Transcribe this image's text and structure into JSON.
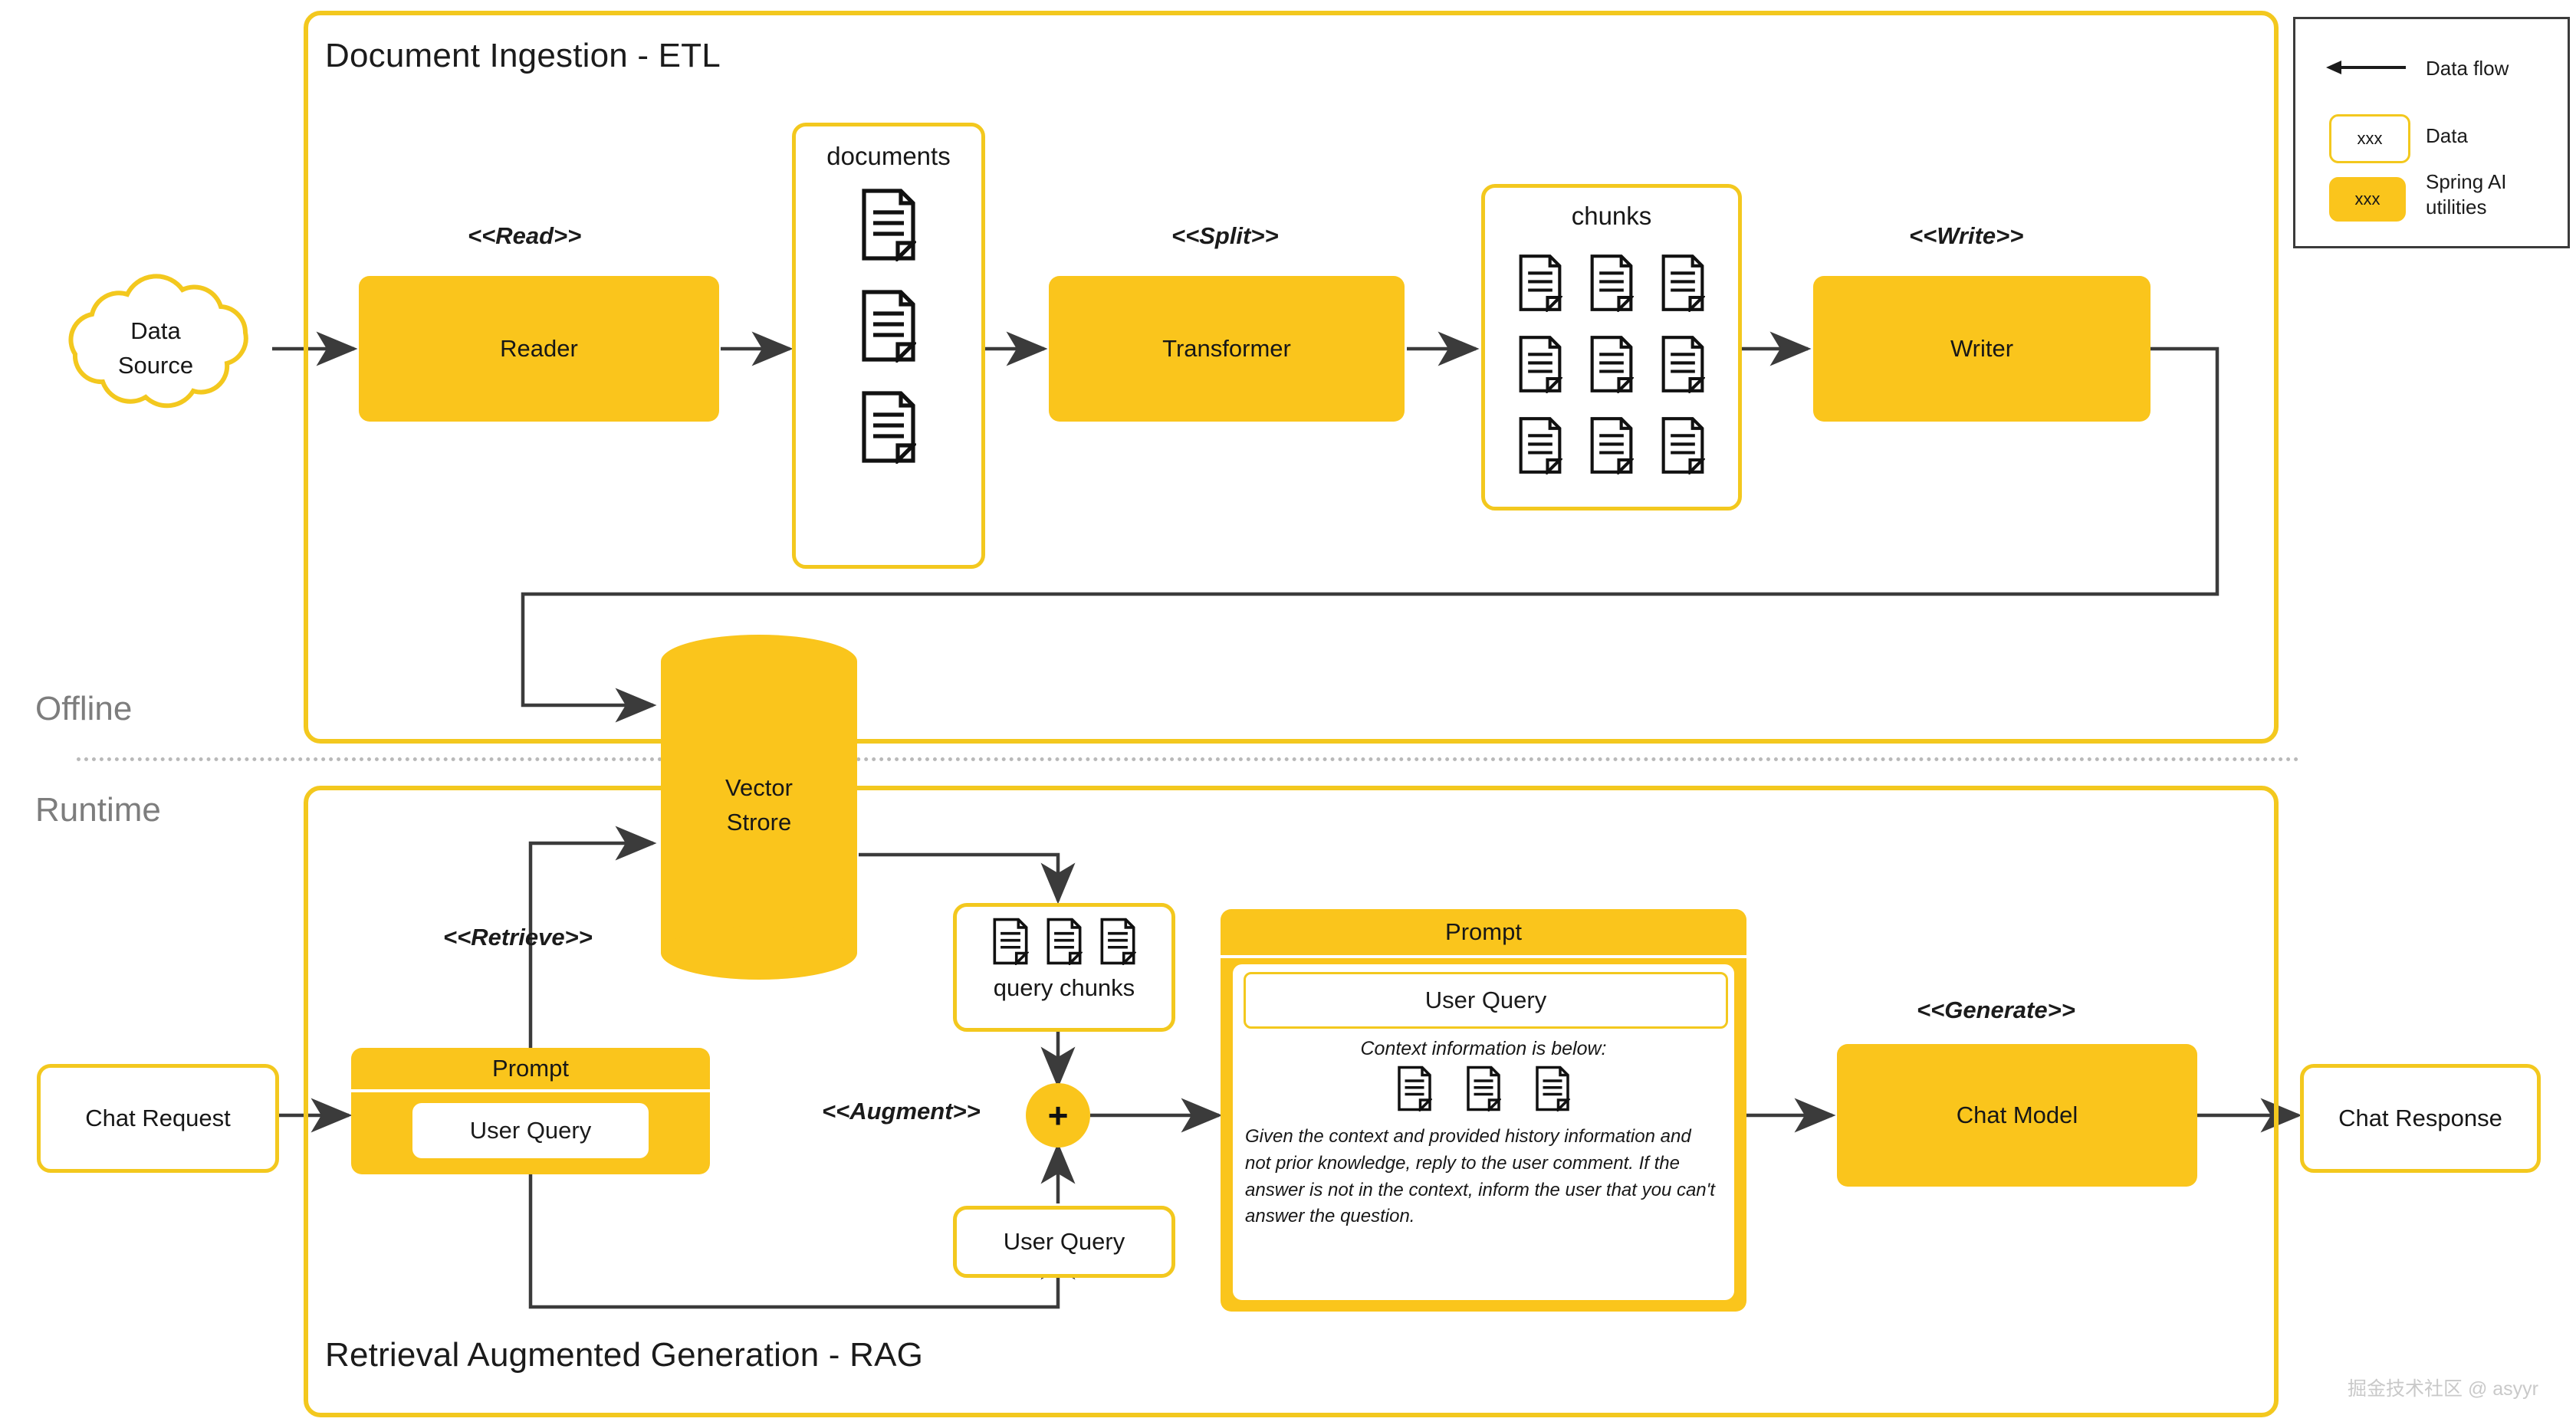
{
  "diagram": {
    "sections": {
      "etl": {
        "title": "Document Ingestion - ETL"
      },
      "rag": {
        "title": "Retrieval Augmented Generation - RAG"
      }
    },
    "phases": {
      "offline": "Offline",
      "runtime": "Runtime"
    },
    "etl": {
      "data_source": "Data\nSource",
      "data_source_line1": "Data",
      "data_source_line2": "Source",
      "read_stereotype": "<<Read>>",
      "reader": "Reader",
      "documents_label": "documents",
      "split_stereotype": "<<Split>>",
      "transformer": "Transformer",
      "chunks_label": "chunks",
      "write_stereotype": "<<Write>>",
      "writer": "Writer",
      "document_icon_count": 3,
      "chunk_icon_count": 9
    },
    "vector_store": {
      "line1": "Vector",
      "line2": "Strore"
    },
    "rag": {
      "chat_request": "Chat Request",
      "retrieve_stereotype": "<<Retrieve>>",
      "prompt_left_title": "Prompt",
      "prompt_left_user_query": "User Query",
      "query_chunks_label": "query chunks",
      "query_chunk_icon_count": 3,
      "augment_stereotype": "<<Augment>>",
      "plus_symbol": "+",
      "user_query_box": "User Query",
      "prompt_right_title": "Prompt",
      "prompt_right_user_query": "User Query",
      "context_title": "Context information is below:",
      "context_icon_count": 3,
      "context_body": "Given the context and provided history information and not prior knowledge, reply to the user comment. If the answer is not in the context, inform the user that you can't answer the question.",
      "generate_stereotype": "<<Generate>>",
      "chat_model": "Chat Model",
      "chat_response": "Chat Response"
    },
    "legend": {
      "items": [
        {
          "kind": "arrow",
          "chip": "",
          "label": "Data flow"
        },
        {
          "kind": "outlined",
          "chip": "xxx",
          "label": "Data"
        },
        {
          "kind": "filled",
          "chip": "xxx",
          "label": "Spring AI\nutilities"
        }
      ],
      "data_flow_label": "Data flow",
      "data_label": "Data",
      "spring_label_line1": "Spring AI",
      "spring_label_line2": "utilities",
      "chip_text": "xxx"
    },
    "watermark": "掘金技术社区 @ asyyr",
    "colors": {
      "fill_yellow": "#FAC51C",
      "border_yellow": "#F3C81E",
      "arrow_dark": "#3b3b3b",
      "phase_gray": "#7d7d7d",
      "white": "#ffffff"
    }
  }
}
